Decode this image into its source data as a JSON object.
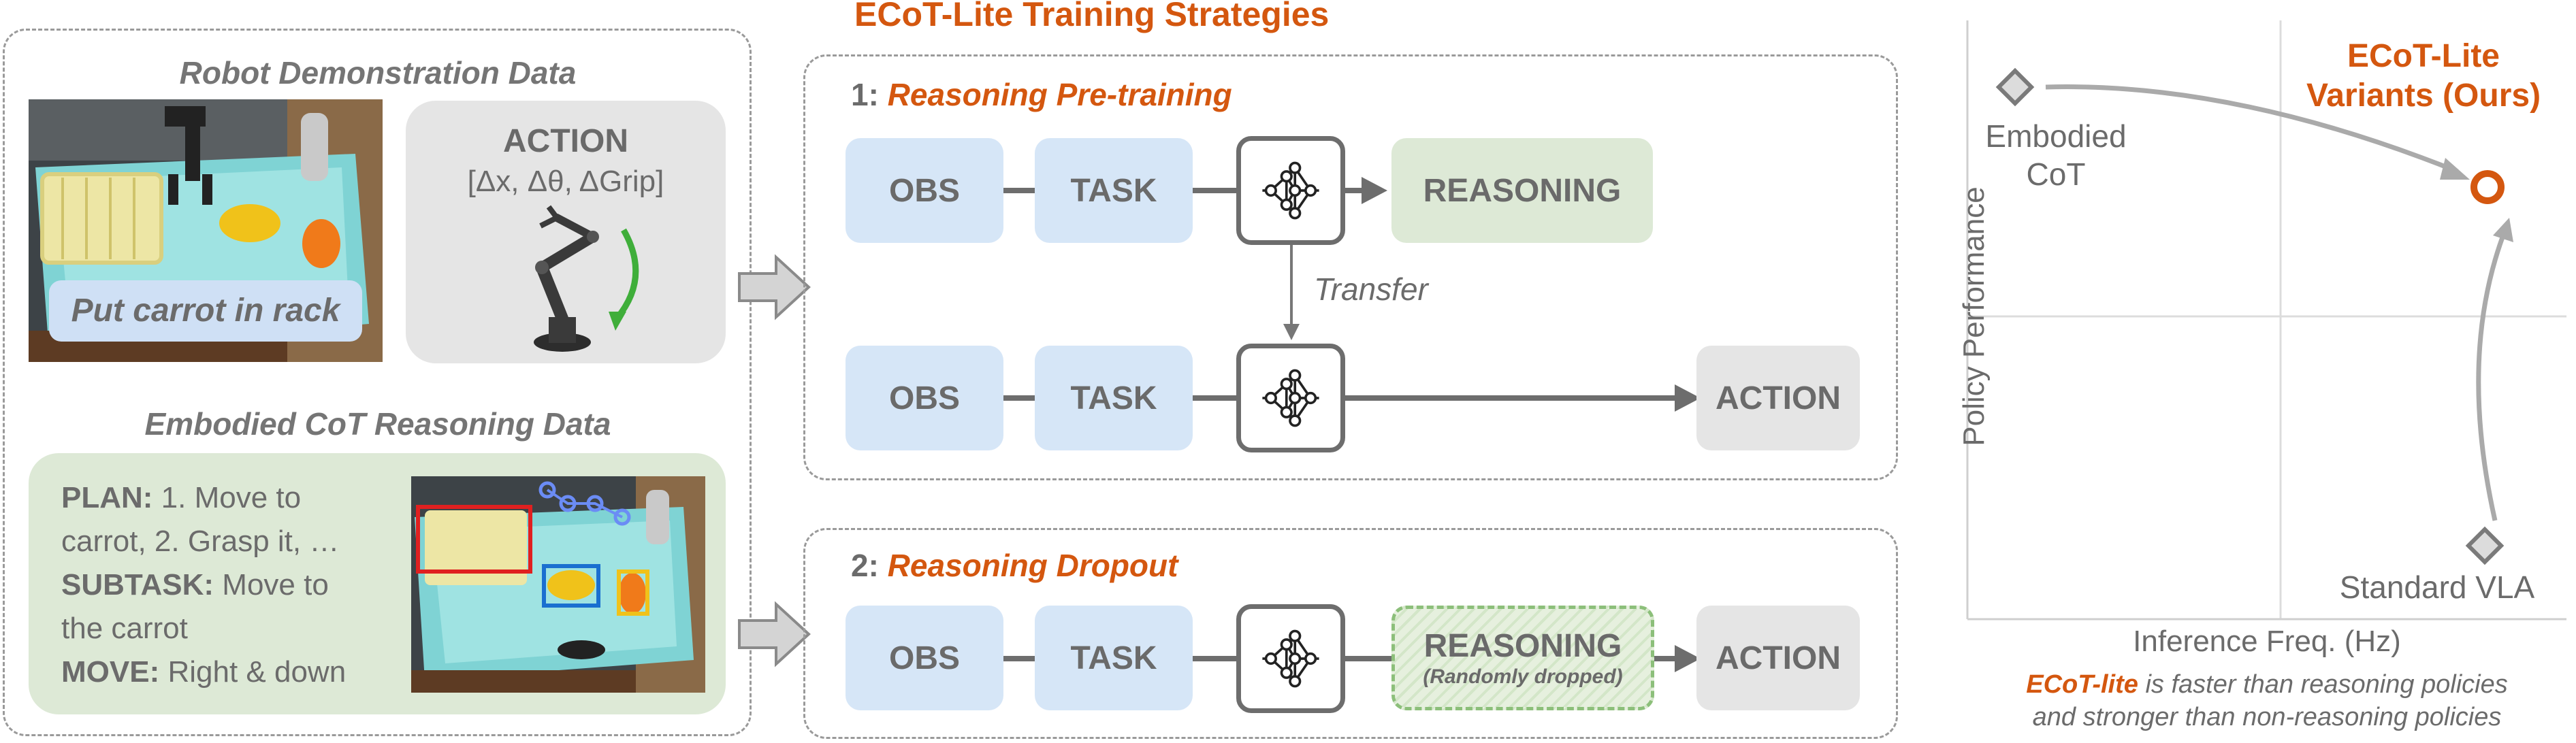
{
  "header": {
    "title": "ECoT-Lite Training Strategies"
  },
  "left": {
    "demo_title": "Robot Demonstration Data",
    "task_caption": "Put carrot in rack",
    "action_label": "ACTION",
    "action_formula": "[Δx, Δθ, ΔGrip]",
    "cot_title": "Embodied CoT Reasoning Data",
    "reasoning_lines": [
      {
        "key": "PLAN:",
        "text": " 1. Move to"
      },
      {
        "key": "",
        "text": "carrot, 2. Grasp it, …"
      },
      {
        "key": "SUBTASK:",
        "text": " Move to"
      },
      {
        "key": "",
        "text": "the carrot"
      },
      {
        "key": "MOVE:",
        "text": " Right & down"
      }
    ]
  },
  "strategy1": {
    "number": "1:",
    "name": "Reasoning Pre-training",
    "row1": {
      "obs": "OBS",
      "task": "TASK",
      "out": "REASONING"
    },
    "transfer": "Transfer",
    "row2": {
      "obs": "OBS",
      "task": "TASK",
      "out": "ACTION"
    }
  },
  "strategy2": {
    "number": "2:",
    "name": "Reasoning Dropout",
    "obs": "OBS",
    "task": "TASK",
    "reasoning": "REASONING",
    "reasoning_note": "(Randomly dropped)",
    "action": "ACTION"
  },
  "plot": {
    "y_label": "Policy Performance",
    "x_label": "Inference Freq. (Hz)",
    "embodied_label_1": "Embodied",
    "embodied_label_2": "CoT",
    "ours_label_1": "ECoT-Lite",
    "ours_label_2": "Variants (Ours)",
    "vla_label": "Standard VLA",
    "caption_highlight": "ECoT-lite",
    "caption_line1_rest": " is faster than reasoning policies",
    "caption_line2": "and stronger than non-reasoning policies"
  },
  "colors": {
    "accent_orange": "#d4570f",
    "obs_blue": "#d6e6f7",
    "reasoning_green": "#dde9d6",
    "action_gray": "#e5e5e5",
    "arrow_gray": "#777777"
  }
}
